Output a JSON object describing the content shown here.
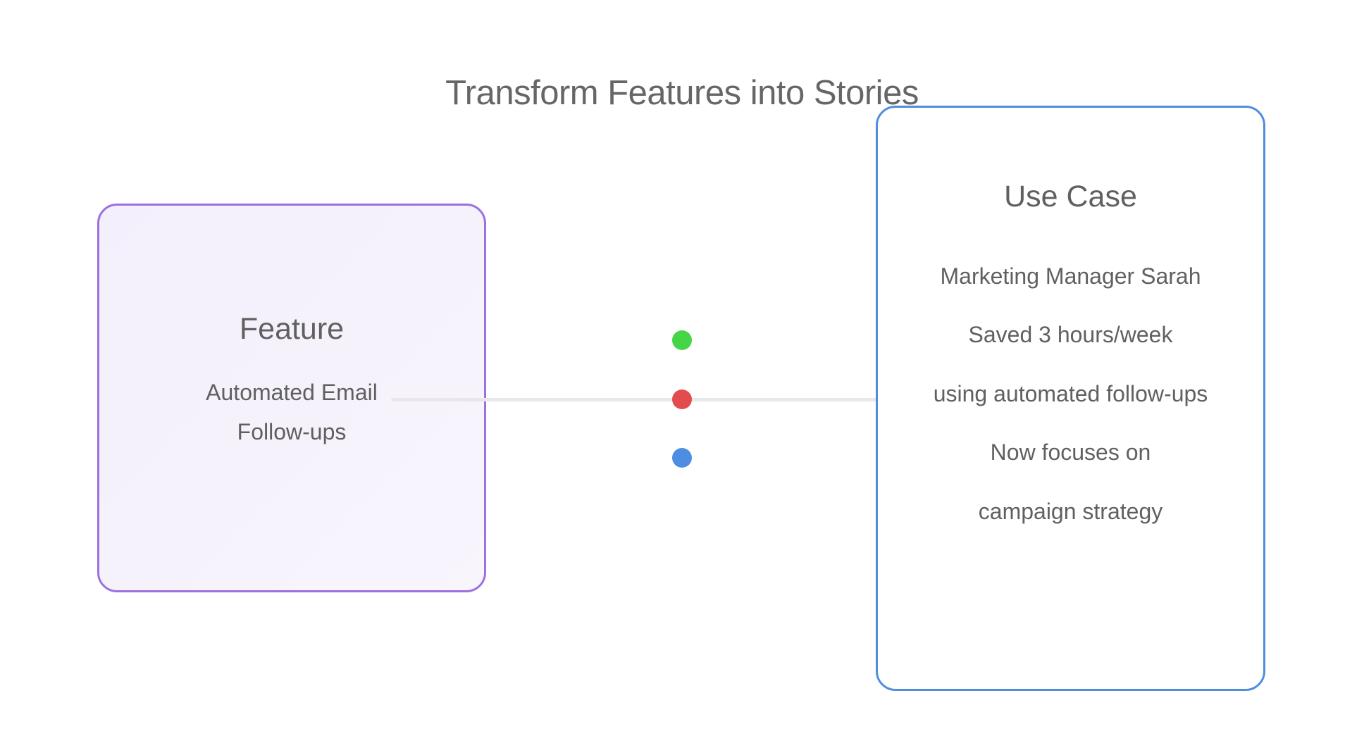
{
  "title": "Transform Features into Stories",
  "feature": {
    "heading": "Feature",
    "lines": [
      "Automated Email",
      "Follow-ups"
    ],
    "border_color": "#9d70e0",
    "fill_color": "#f5f1fc"
  },
  "use_case": {
    "heading": "Use Case",
    "lines": [
      "Marketing Manager Sarah",
      "Saved 3 hours/week",
      "using automated follow-ups",
      "Now focuses on",
      "campaign strategy"
    ],
    "border_color": "#4f8ddd"
  },
  "dots": [
    {
      "name": "green-dot",
      "color": "#47d548"
    },
    {
      "name": "red-dot",
      "color": "#e24c4c"
    },
    {
      "name": "blue-dot",
      "color": "#4d8ee3"
    }
  ],
  "connector_color": "#e7e7ec"
}
